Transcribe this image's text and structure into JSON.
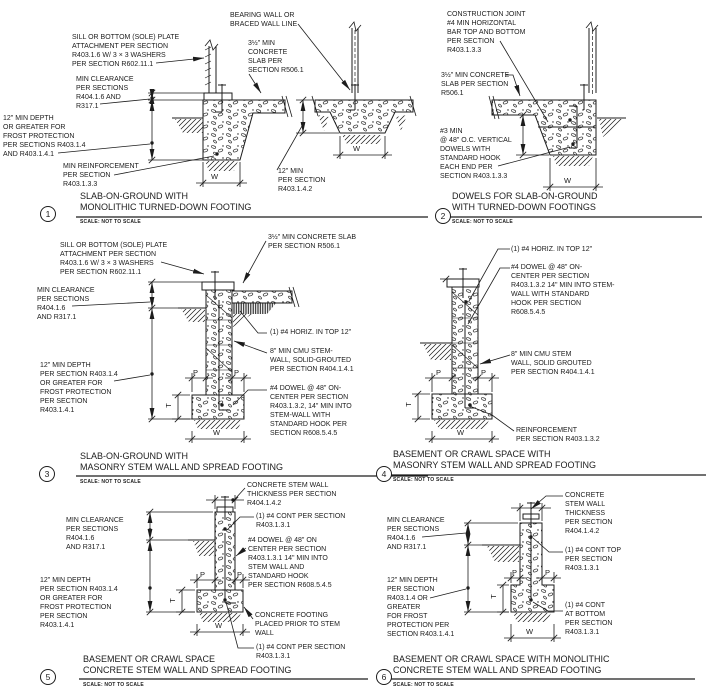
{
  "doc": {
    "ink": "#1c1c1c",
    "background": "#ffffff"
  },
  "dim_labels": {
    "w": "W",
    "t": "T",
    "p": "P"
  },
  "details": {
    "d1": {
      "number": "1",
      "title_line1": "SLAB-ON-GROUND WITH",
      "title_line2": "MONOLITHIC TURNED-DOWN FOOTING",
      "scale_note": "SCALE: NOT TO SCALE",
      "callouts": {
        "sill_plate": "SILL OR BOTTOM (SOLE) PLATE\nATTACHMENT PER SECTION\nR403.1.6 W/ 3 × 3 WASHERS\nPER SECTION R602.11.1",
        "min_clearance": "MIN CLEARANCE\nPER SECTIONS\nR404.1.6 AND\nR317.1",
        "frost_depth": "12\" MIN DEPTH\nOR GREATER FOR\nFROST PROTECTION\nPER SECTIONS R403.1.4\nAND R403.1.4.1",
        "min_reinforcement": "MIN REINFORCEMENT\nPER SECTION\nR403.1.3.3",
        "bearing_wall": "BEARING WALL OR\nBRACED WALL LINE",
        "concrete_slab": "3½\" MIN\nCONCRETE\nSLAB PER\nSECTION R506.1",
        "interior_depth": "12\" MIN\nPER SECTION\nR403.1.4.2"
      }
    },
    "d2": {
      "number": "2",
      "title_line1": "DOWELS FOR SLAB-ON-GROUND",
      "title_line2": "WITH TURNED-DOWN FOOTINGS",
      "scale_note": "SCALE: NOT TO SCALE",
      "callouts": {
        "construction_joint": "CONSTRUCTION JOINT\n#4 MIN HORIZONTAL\nBAR TOP AND BOTTOM\nPER SECTION\nR403.1.3.3",
        "concrete_slab": "3½\" MIN CONCRETE\nSLAB PER SECTION\nR506.1",
        "vertical_dowels": "#3 MIN\n@ 48\" O.C. VERTICAL\nDOWELS WITH\nSTANDARD HOOK\nEACH END PER\nSECTION R403.1.3.3"
      }
    },
    "d3": {
      "number": "3",
      "title_line1": "SLAB-ON-GROUND WITH",
      "title_line2": "MASONRY STEM WALL AND SPREAD FOOTING",
      "scale_note": "SCALE: NOT TO SCALE",
      "callouts": {
        "sill_plate": "SILL OR BOTTOM (SOLE) PLATE\nATTACHMENT PER SECTION\nR403.1.6 W/ 3 × 3 WASHERS\nPER SECTION R602.11.1",
        "concrete_slab": "3½\" MIN CONCRETE SLAB\nPER SECTION R506.1",
        "min_clearance": "MIN CLEARANCE\nPER SECTIONS\nR404.1.6\nAND R317.1",
        "frost_depth": "12\" MIN DEPTH\nPER SECTION R403.1.4\nOR GREATER FOR\nFROST PROTECTION\nPER SECTION\nR403.1.4.1",
        "horiz_bar": "(1) #4 HORIZ. IN TOP 12\"",
        "cmu_wall": "8\" MIN CMU STEM-\nWALL, SOLID-GROUTED\nPER SECTION R404.1.4.1",
        "dowel": "#4 DOWEL @ 48\" ON-\nCENTER PER SECTION\nR403.1.3.2, 14\" MIN INTO\nSTEM-WALL WITH\nSTANDARD HOOK PER\nSECTION R608.5.4.5"
      }
    },
    "d4": {
      "number": "4",
      "title_line1": "BASEMENT OR CRAWL SPACE WITH",
      "title_line2": "MASONRY STEM WALL AND SPREAD FOOTING",
      "scale_note": "SCALE: NOT TO SCALE",
      "callouts": {
        "horiz_bar": "(1) #4 HORIZ. IN TOP 12\"",
        "dowel": "#4 DOWEL @ 48\" ON-\nCENTER PER SECTION\nR403.1.3.2 14\" MIN INTO STEM-\nWALL WITH STANDARD\nHOOK PER SECTION\nR608.5.4.5",
        "cmu_wall": "8\" MIN CMU STEM\nWALL, SOLID GROUTED\nPER SECTION R404.1.4.1",
        "reinforcement": "REINFORCEMENT\nPER SECTION R403.1.3.2"
      }
    },
    "d5": {
      "number": "5",
      "title_line1": "BASEMENT OR CRAWL SPACE",
      "title_line2": "CONCRETE STEM WALL AND SPREAD FOOTING",
      "scale_note": "SCALE: NOT TO SCALE",
      "callouts": {
        "stem_thickness": "CONCRETE STEM WALL\nTHICKNESS PER SECTION\nR404.1.4.2",
        "cont_top": "(1) #4 CONT PER SECTION\nR403.1.3.1",
        "dowel": "#4 DOWEL @ 48\" ON\nCENTER PER SECTION\nR403.1.3.1 14\" MIN INTO\nSTEM WALL AND\nSTANDARD HOOK\nPER SECTION R608.5.4.5",
        "min_clearance": "MIN CLEARANCE\nPER SECTIONS\nR404.1.6\nAND R317.1",
        "frost_depth": "12\" MIN DEPTH\nPER SECTION R403.1.4\nOR GREATER FOR\nFROST PROTECTION\nPER SECTION\nR403.1.4.1",
        "footing_prior": "CONCRETE FOOTING\nPLACED PRIOR TO STEM\nWALL",
        "cont_bottom": "(1) #4 CONT PER SECTION\nR403.1.3.1"
      }
    },
    "d6": {
      "number": "6",
      "title_line1": "BASEMENT OR CRAWL SPACE WITH MONOLITHIC",
      "title_line2": "CONCRETE STEM WALL AND SPREAD FOOTING",
      "scale_note": "SCALE: NOT TO SCALE",
      "callouts": {
        "min_clearance": "MIN CLEARANCE\nPER SECTIONS\nR404.1.6\nAND R317.1",
        "frost_depth": "12\" MIN DEPTH\nPER SECTION\nR403.1.4 OR\nGREATER\nFOR FROST\nPROTECTION PER\nSECTION R403.1.4.1",
        "stem_thickness": "CONCRETE\nSTEM WALL\nTHICKNESS\nPER SECTION\nR404.1.4.2",
        "cont_top": "(1) #4 CONT TOP\nPER SECTION\nR403.1.3.1",
        "cont_bottom": "(1) #4 CONT\nAT BOTTOM\nPER SECTION\nR403.1.3.1"
      }
    }
  }
}
